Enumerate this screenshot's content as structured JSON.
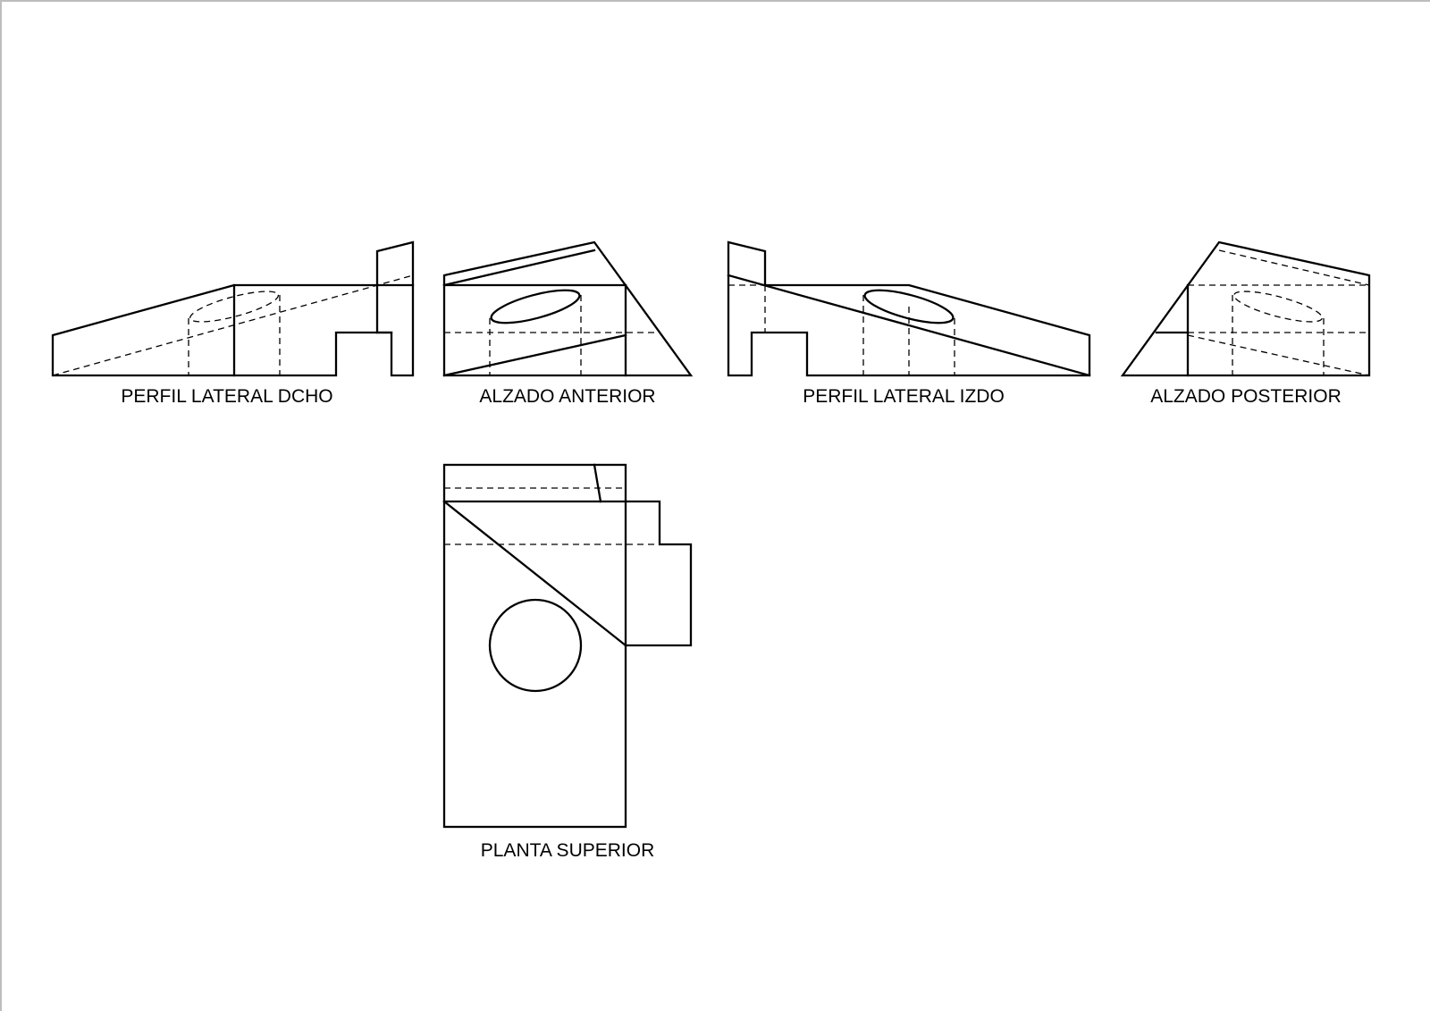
{
  "views": {
    "right_profile": {
      "label": "PERFIL LATERAL DCHO"
    },
    "front_elevation": {
      "label": "ALZADO ANTERIOR"
    },
    "left_profile": {
      "label": "PERFIL LATERAL IZDO"
    },
    "rear_elevation": {
      "label": "ALZADO POSTERIOR"
    },
    "top_plan": {
      "label": "PLANTA SUPERIOR"
    }
  },
  "colors": {
    "line": "#000000",
    "background": "#ffffff",
    "frame": "#bdbdbd"
  }
}
